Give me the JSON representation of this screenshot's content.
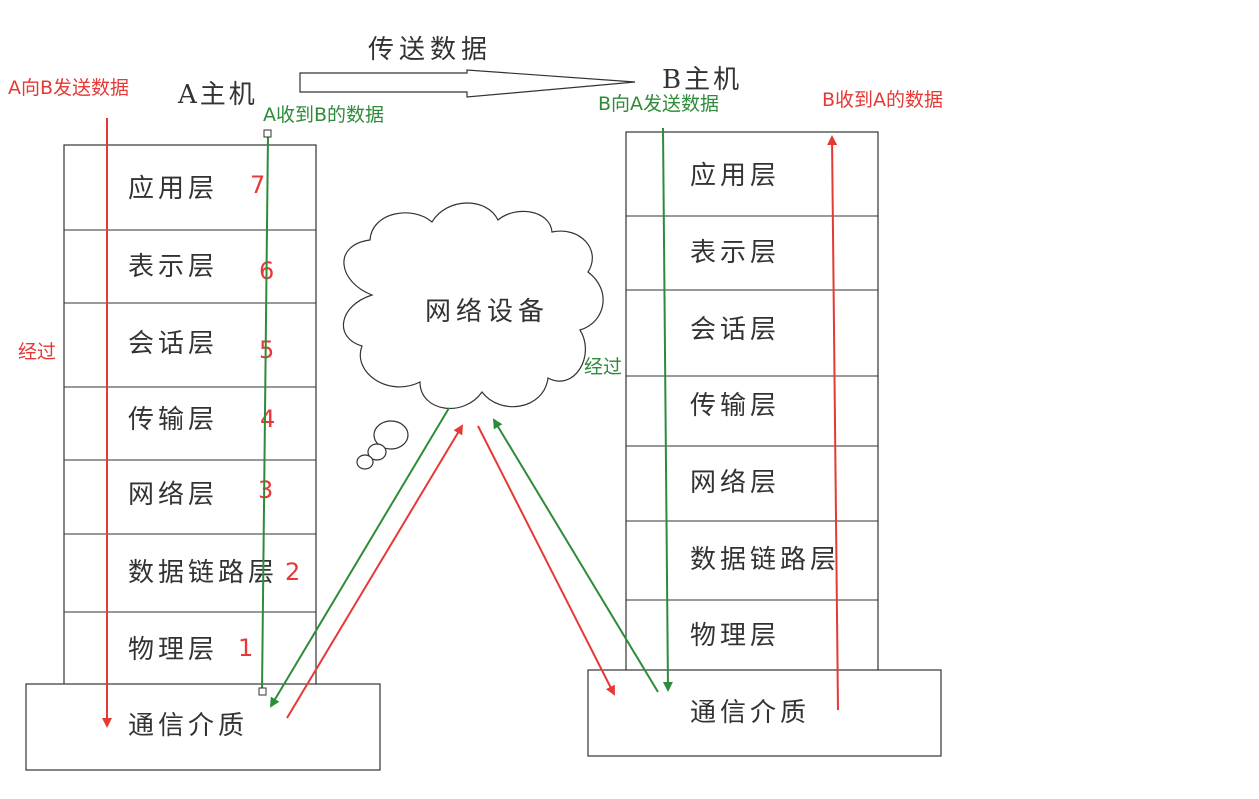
{
  "host_a": {
    "title": "A主机",
    "layers": [
      "应用层",
      "表示层",
      "会话层",
      "传输层",
      "网络层",
      "数据链路层",
      "物理层"
    ],
    "numbers": [
      "7",
      "6",
      "5",
      "4",
      "3",
      "2",
      "1"
    ],
    "medium": "通信介质"
  },
  "host_b": {
    "title": "B主机",
    "layers": [
      "应用层",
      "表示层",
      "会话层",
      "传输层",
      "网络层",
      "数据链路层",
      "物理层"
    ],
    "medium": "通信介质"
  },
  "transfer_label": "传送数据",
  "cloud_label": "网络设备",
  "labels": {
    "a_send": "A向B发送数据",
    "a_receive": "A收到B的数据",
    "b_send": "B向A发送数据",
    "b_receive": "B收到A的数据",
    "via_left": "经过",
    "via_right": "经过"
  },
  "colors": {
    "red": "#e53935",
    "green": "#2e8b3a",
    "stroke": "#333333"
  }
}
